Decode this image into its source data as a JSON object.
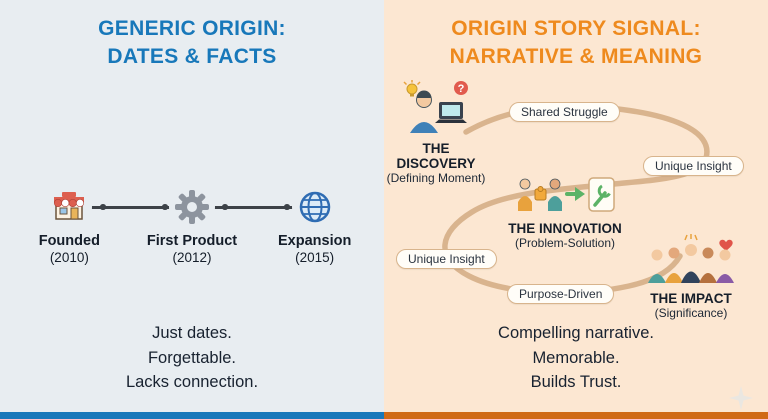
{
  "left_panel": {
    "title_line1": "GENERIC ORIGIN:",
    "title_line2": "DATES & FACTS",
    "milestones": [
      {
        "icon": "storefront-icon",
        "label": "Founded",
        "year": "(2010)"
      },
      {
        "icon": "gear-icon",
        "label": "First Product",
        "year": "(2012)"
      },
      {
        "icon": "globe-icon",
        "label": "Expansion",
        "year": "(2015)"
      }
    ],
    "summary_lines": [
      "Just dates.",
      "Forgettable.",
      "Lacks connection."
    ]
  },
  "right_panel": {
    "title_line1": "ORIGIN STORY SIGNAL:",
    "title_line2": "NARRATIVE & MEANING",
    "stages": [
      {
        "icon": "discovery-person-laptop-icon",
        "name": "THE DISCOVERY",
        "subtitle": "(Defining Moment)"
      },
      {
        "icon": "innovation-collaboration-icon",
        "name": "THE INNOVATION",
        "subtitle": "(Problem-Solution)"
      },
      {
        "icon": "impact-community-icon",
        "name": "THE IMPACT",
        "subtitle": "(Significance)"
      }
    ],
    "pills": [
      "Shared Struggle",
      "Unique Insight",
      "Unique Insight",
      "Purpose-Driven"
    ],
    "summary_lines": [
      "Compelling narrative.",
      "Memorable.",
      "Builds Trust."
    ]
  },
  "colors": {
    "left_background": "#e8edf1",
    "right_background": "#fce7d2",
    "left_accent": "#1878ba",
    "right_accent": "#ee8a1e",
    "left_bottom_bar": "#1878ba",
    "right_bottom_bar": "#d06a16",
    "journey_path": "#d9b48e",
    "text": "#182230"
  }
}
